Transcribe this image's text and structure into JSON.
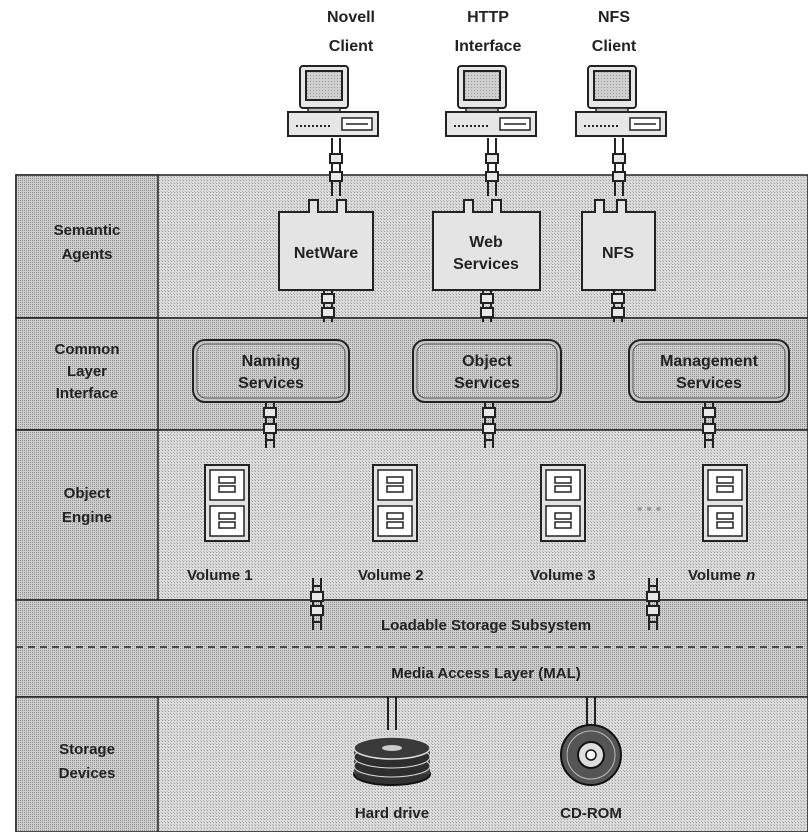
{
  "clients": [
    {
      "line1": "Novell",
      "line2": "Client"
    },
    {
      "line1": "HTTP",
      "line2": "Interface"
    },
    {
      "line1": "NFS",
      "line2": "Client"
    }
  ],
  "layers": {
    "semantic_agents": {
      "line1": "Semantic",
      "line2": "Agents"
    },
    "common_layer": {
      "line1": "Common",
      "line2": "Layer",
      "line3": "Interface"
    },
    "object_engine": {
      "line1": "Object",
      "line2": "Engine"
    },
    "storage_devices": {
      "line1": "Storage",
      "line2": "Devices"
    }
  },
  "agents": [
    {
      "line1": "NetWare"
    },
    {
      "line1": "Web",
      "line2": "Services"
    },
    {
      "line1": "NFS"
    }
  ],
  "services": [
    {
      "line1": "Naming",
      "line2": "Services"
    },
    {
      "line1": "Object",
      "line2": "Services"
    },
    {
      "line1": "Management",
      "line2": "Services"
    }
  ],
  "volumes": [
    {
      "label": "Volume 1"
    },
    {
      "label": "Volume 2"
    },
    {
      "label": "Volume 3"
    },
    {
      "label": "Volume",
      "label_italic": "n"
    }
  ],
  "ellipsis": "• • •",
  "bands": {
    "lss": "Loadable Storage Subsystem",
    "mal": "Media Access Layer (MAL)"
  },
  "devices": [
    {
      "label": "Hard drive"
    },
    {
      "label": "CD-ROM"
    }
  ],
  "colors": {
    "dither": "#d4d4d4",
    "dither_dark": "#bdbdbd",
    "header": "#c9c9c9",
    "box": "#e4e4e4",
    "rounded_box": "#c2c2c2",
    "line": "#222222"
  }
}
